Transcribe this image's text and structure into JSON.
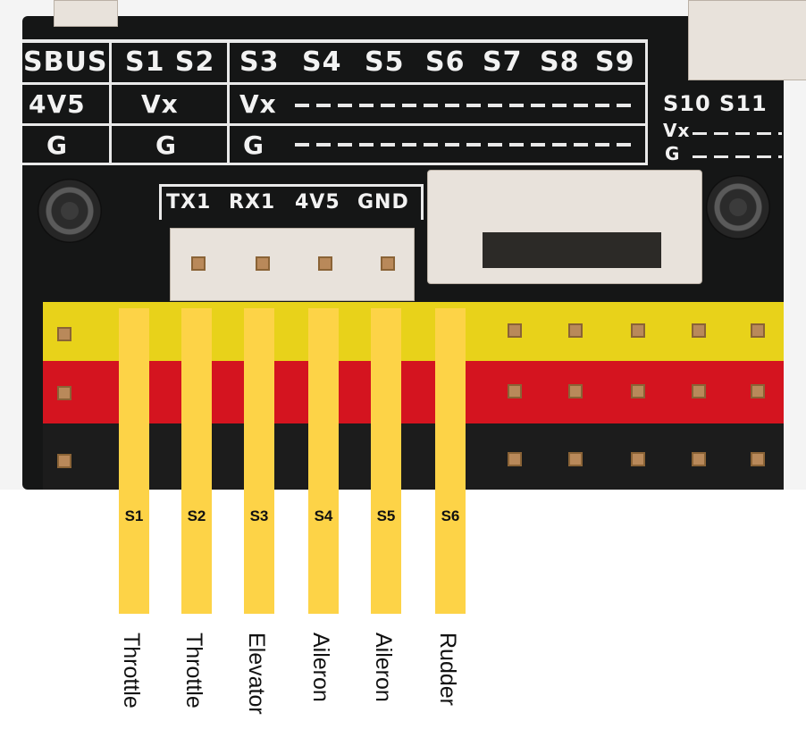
{
  "board_silkscreen": {
    "row1": [
      "SBUS",
      "S1 S2",
      "S3",
      "S4",
      "S5",
      "S6",
      "S7",
      "S8",
      "S9"
    ],
    "row2": [
      "4V5",
      "Vx",
      "Vx"
    ],
    "row3": [
      "G",
      "G",
      "G"
    ],
    "right_block": [
      "S10 S11",
      "Vx",
      "G"
    ],
    "connector_row": [
      "TX1",
      "RX1",
      "4V5",
      "GND"
    ]
  },
  "channels": [
    {
      "id": "S1",
      "function": "Throttle"
    },
    {
      "id": "S2",
      "function": "Throttle"
    },
    {
      "id": "S3",
      "function": "Elevator"
    },
    {
      "id": "S4",
      "function": "Aileron"
    },
    {
      "id": "S5",
      "function": "Aileron"
    },
    {
      "id": "S6",
      "function": "Rudder"
    }
  ],
  "colors": {
    "label_bar": "#fdd347",
    "signal_pin": "#e8d21a",
    "power_pin": "#d4141f",
    "ground_pin": "#1c1c1c",
    "pcb": "#151616"
  }
}
